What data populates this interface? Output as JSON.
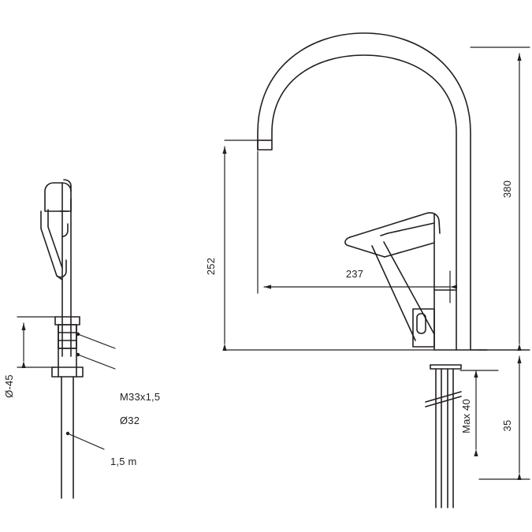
{
  "drawing": {
    "type": "technical-dimension-drawing",
    "subject": "kitchen mixer tap with side spray",
    "line_color": "#231f20",
    "background_color": "#ffffff",
    "units": "mm"
  },
  "dimensions": {
    "total_height": "380",
    "spout_height": "252",
    "spout_reach": "237",
    "mounting_depth": "35",
    "max_thickness": "Max 40",
    "base_diameter": "Ø-45",
    "thread": "M33x1,5",
    "outlet_diameter": "Ø32",
    "hose_length": "1,5 m"
  },
  "labels": [
    {
      "id": "total-height",
      "text": "380",
      "orientation": "vertical"
    },
    {
      "id": "spout-height",
      "text": "252",
      "orientation": "vertical"
    },
    {
      "id": "spout-reach",
      "text": "237",
      "orientation": "horizontal"
    },
    {
      "id": "mounting-depth",
      "text": "35",
      "orientation": "vertical"
    },
    {
      "id": "max-thickness",
      "text": "Max 40",
      "orientation": "vertical"
    },
    {
      "id": "base-diameter",
      "text": "Ø-45",
      "orientation": "vertical"
    },
    {
      "id": "thread",
      "text": "M33x1,5",
      "orientation": "horizontal"
    },
    {
      "id": "outlet-diameter",
      "text": "Ø32",
      "orientation": "horizontal"
    },
    {
      "id": "hose-length",
      "text": "1,5 m",
      "orientation": "horizontal"
    }
  ]
}
